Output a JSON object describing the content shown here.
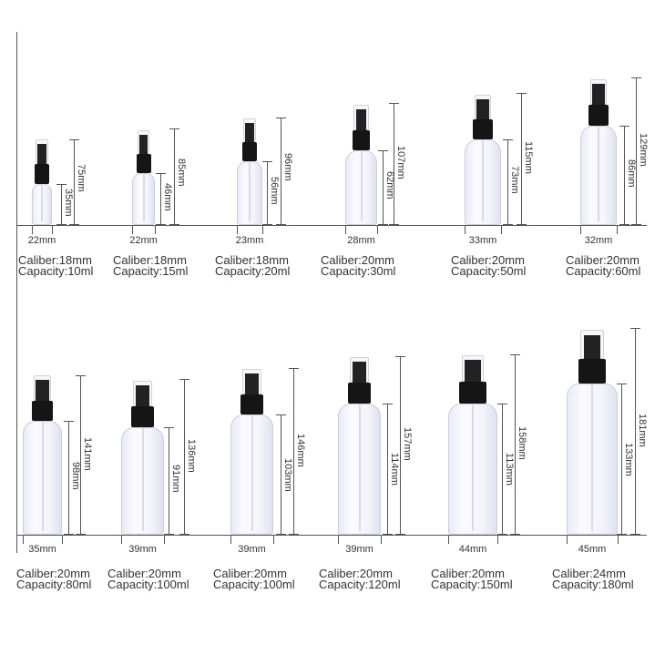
{
  "rows": [
    [
      {
        "width": "22mm",
        "body_height": "35mm",
        "total_height": "75mm",
        "caliber": "Caliber:18mm",
        "capacity": "Capacity:10ml"
      },
      {
        "width": "22mm",
        "body_height": "46mm",
        "total_height": "85mm",
        "caliber": "Caliber:18mm",
        "capacity": "Capacity:15ml"
      },
      {
        "width": "23mm",
        "body_height": "56mm",
        "total_height": "96mm",
        "caliber": "Caliber:18mm",
        "capacity": "Capacity:20ml"
      },
      {
        "width": "28mm",
        "body_height": "62mm",
        "total_height": "107mm",
        "caliber": "Caliber:20mm",
        "capacity": "Capacity:30ml"
      },
      {
        "width": "33mm",
        "body_height": "73mm",
        "total_height": "115mm",
        "caliber": "Caliber:20mm",
        "capacity": "Capacity:50ml"
      },
      {
        "width": "32mm",
        "body_height": "86mm",
        "total_height": "129mm",
        "caliber": "Caliber:20mm",
        "capacity": "Capacity:60ml"
      }
    ],
    [
      {
        "width": "35mm",
        "body_height": "98mm",
        "total_height": "141mm",
        "caliber": "Caliber:20mm",
        "capacity": "Capacity:80ml"
      },
      {
        "width": "39mm",
        "body_height": "91mm",
        "total_height": "136mm",
        "caliber": "Caliber:20mm",
        "capacity": "Capacity:100ml"
      },
      {
        "width": "39mm",
        "body_height": "103mm",
        "total_height": "146mm",
        "caliber": "Caliber:20mm",
        "capacity": "Capacity:100ml"
      },
      {
        "width": "39mm",
        "body_height": "114mm",
        "total_height": "157mm",
        "caliber": "Caliber:20mm",
        "capacity": "Capacity:120ml"
      },
      {
        "width": "44mm",
        "body_height": "113mm",
        "total_height": "158mm",
        "caliber": "Caliber:20mm",
        "capacity": "Capacity:150ml"
      },
      {
        "width": "45mm",
        "body_height": "133mm",
        "total_height": "181mm",
        "caliber": "Caliber:24mm",
        "capacity": "Capacity:180ml"
      }
    ]
  ],
  "colors": {
    "cap": "#151515",
    "line": "#555555",
    "bottle": "#eef0f8"
  }
}
